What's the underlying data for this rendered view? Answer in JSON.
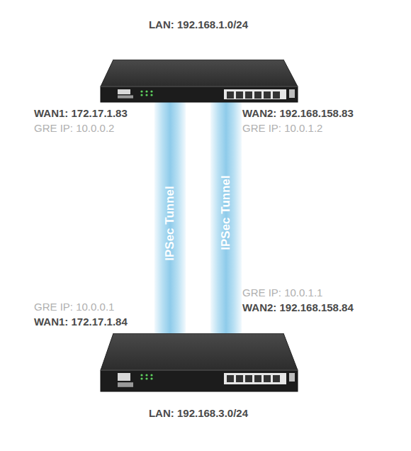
{
  "diagram": {
    "nodes": [
      {
        "text": [
          "LAN: 192.168.1.0/24"
        ]
      },
      {
        "text": [
          "LAN: 192.168.3.0/24"
        ]
      }
    ],
    "edges": [
      {
        "from": 0,
        "to": 1,
        "arrow": "none",
        "label": "IPSec Tunnel"
      },
      {
        "from": 0,
        "to": 1,
        "arrow": "none",
        "label": "IPSec Tunnel"
      }
    ],
    "labels": [
      "WAN1: 172.17.1.83",
      "GRE IP: 10.0.0.2",
      "WAN2: 192.168.158.83",
      "GRE IP: 10.0.1.2",
      "GRE IP: 10.0.0.1",
      "WAN1: 172.17.1.84",
      "GRE IP: 10.0.1.1",
      "WAN2: 192.168.158.84"
    ]
  }
}
